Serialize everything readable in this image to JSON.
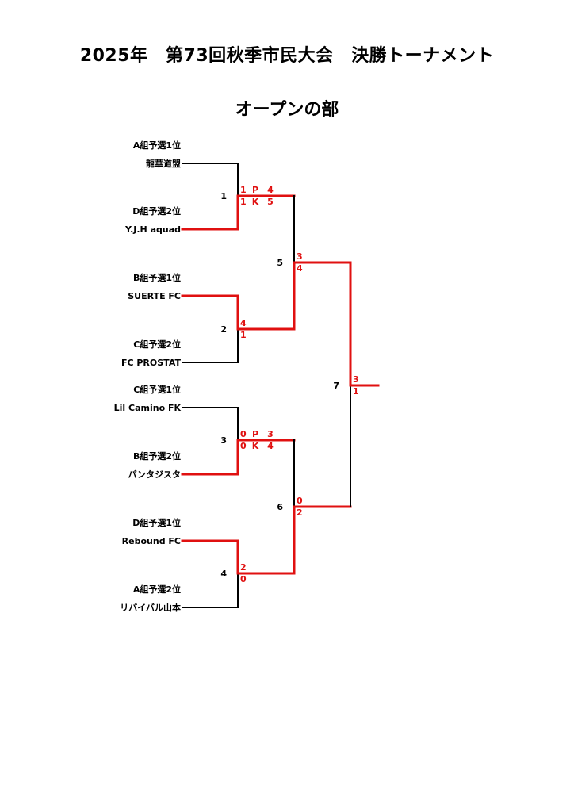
{
  "title": "2025年　第73回秋季市民大会　決勝トーナメント",
  "subtitle": "オープンの部",
  "colors": {
    "win": "#e01010",
    "lose": "#000000"
  },
  "teams": [
    {
      "group": "A組予選1位",
      "name": "龍華道盟"
    },
    {
      "group": "D組予選2位",
      "name": "Y.J.H aquad"
    },
    {
      "group": "B組予選1位",
      "name": "SUERTE FC"
    },
    {
      "group": "C組予選2位",
      "name": "FC PROSTAT"
    },
    {
      "group": "C組予選1位",
      "name": "Lil Camino FK"
    },
    {
      "group": "B組予選2位",
      "name": "パンタジスタ"
    },
    {
      "group": "D組予選1位",
      "name": "Rebound FC"
    },
    {
      "group": "A組予選2位",
      "name": "リバイバル山本"
    }
  ],
  "matches": [
    {
      "no": "1",
      "top": "1",
      "bottom": "1",
      "pk": {
        "label_top": "P",
        "label_bottom": "K",
        "top": "4",
        "bottom": "5"
      },
      "winner": "bottom"
    },
    {
      "no": "2",
      "top": "4",
      "bottom": "1",
      "winner": "top"
    },
    {
      "no": "3",
      "top": "0",
      "bottom": "0",
      "pk": {
        "label_top": "P",
        "label_bottom": "K",
        "top": "3",
        "bottom": "4"
      },
      "winner": "bottom"
    },
    {
      "no": "4",
      "top": "2",
      "bottom": "0",
      "winner": "top"
    },
    {
      "no": "5",
      "top": "3",
      "bottom": "4",
      "winner": "bottom"
    },
    {
      "no": "6",
      "top": "0",
      "bottom": "2",
      "winner": "bottom"
    },
    {
      "no": "7",
      "top": "3",
      "bottom": "1",
      "winner": "top"
    }
  ]
}
